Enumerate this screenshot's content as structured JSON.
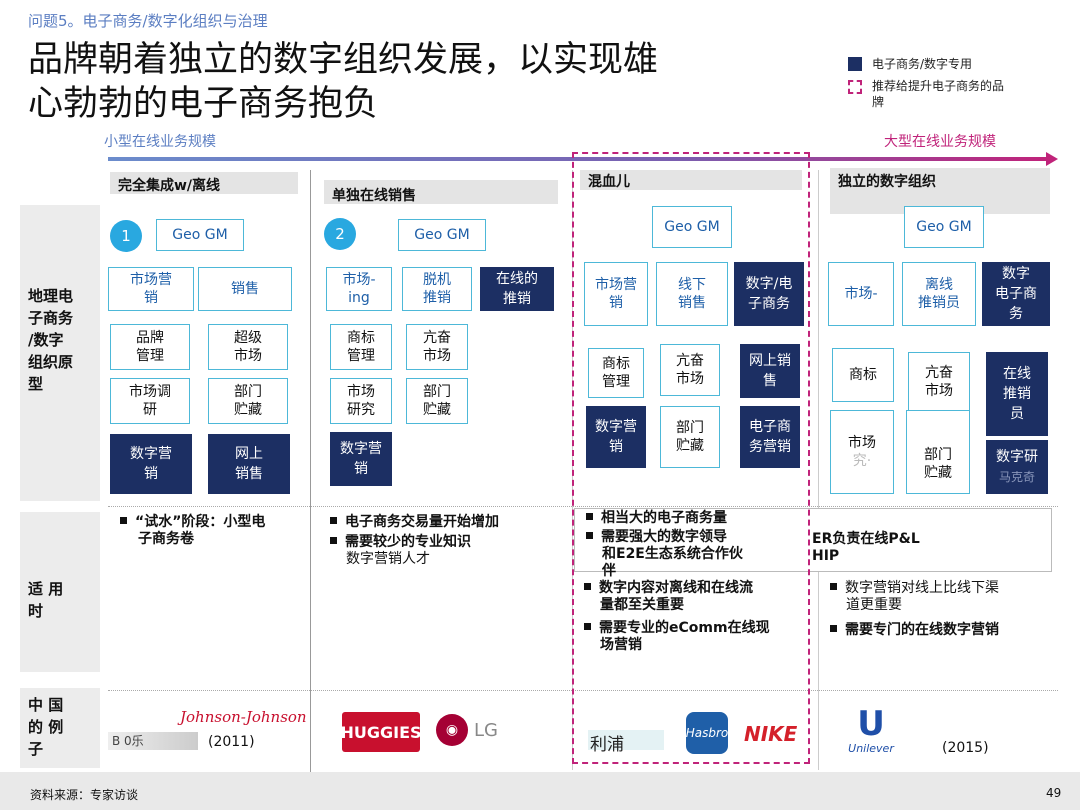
{
  "header": {
    "question": "问题5。电子商务/数字化组织与治理",
    "title_line1": "品牌朝着独立的数字组织发展，以实现雄",
    "title_line2": "心勃勃的电子商务抱负"
  },
  "legend": {
    "solid_label": "电子商务/数字专用",
    "dashed_label_line1": "推荐给提升电子商务的品",
    "dashed_label_line2": "牌",
    "solid_color": "#1c2f63",
    "dashed_color": "#c0237a"
  },
  "scale": {
    "left_label": "小型在线业务规模",
    "right_label": "大型在线业务规模"
  },
  "columns": {
    "c1": "完全集成w/离线",
    "c2": "单独在线销售",
    "c3": "混血儿",
    "c4": "独立的数字组织"
  },
  "rows": {
    "r1_l1": "地理电",
    "r1_l2": "子商务",
    "r1_l3": "/数字",
    "r1_l4": "组织原",
    "r1_l5": "型",
    "r2_l1": "适 用",
    "r2_l2": "时",
    "r3_l1": "中 国",
    "r3_l2": "的 例",
    "r3_l3": "子"
  },
  "org": {
    "geo": "Geo GM",
    "n1": "1",
    "n2": "2",
    "c1_mkt_l1": "市场营",
    "c1_mkt_l2": "销",
    "c1_sales": "销售",
    "c1_brand_l1": "品牌",
    "c1_brand_l2": "管理",
    "c1_super_l1": "超级",
    "c1_super_l2": "市场",
    "c1_research_l1": "市场调",
    "c1_research_l2": "研",
    "c1_dept_l1": "部门",
    "c1_dept_l2": "贮藏",
    "c1_digital_l1": "数字营",
    "c1_digital_l2": "销",
    "c1_online_l1": "网上",
    "c1_online_l2": "销售",
    "c2_mkt_l1": "市场-",
    "c2_mkt_l2": "ing",
    "c2_offline_l1": "脱机",
    "c2_offline_l2": "推销",
    "c2_online_l1": "在线的",
    "c2_online_l2": "推销",
    "c2_brand_l1": "商标",
    "c2_brand_l2": "管理",
    "c2_kang_l1": "亢奋",
    "c2_kang_l2": "市场",
    "c2_research_l1": "市场",
    "c2_research_l2": "研究",
    "c2_dept_l1": "部门",
    "c2_dept_l2": "贮藏",
    "c2_digital_l1": "数字营",
    "c2_digital_l2": "销",
    "c3_mkt_l1": "市场营",
    "c3_mkt_l2": "销",
    "c3_offline_l1": "线下",
    "c3_offline_l2": "销售",
    "c3_digital_l1": "数字/电",
    "c3_digital_l2": "子商务",
    "c3_brand_l1": "商标",
    "c3_brand_l2": "管理",
    "c3_kang_l1": "亢奋",
    "c3_kang_l2": "市场",
    "c3_online_l1": "网上销",
    "c3_online_l2": "售",
    "c3_dm_l1": "数字营",
    "c3_dm_l2": "销",
    "c3_dept_l1": "部门",
    "c3_dept_l2": "贮藏",
    "c3_ec_l1": "电子商",
    "c3_ec_l2": "务营销",
    "c4_mkt": "市场-",
    "c4_offline_l1": "离线",
    "c4_offline_l2": "推销员",
    "c4_digital_l1": "数字",
    "c4_digital_l2": "电子商",
    "c4_digital_l3": "务",
    "c4_brand": "商标",
    "c4_kang_l1": "亢奋",
    "c4_kang_l2": "市场",
    "c4_online_l1": "在线",
    "c4_online_l2": "推销",
    "c4_online_l3": "员",
    "c4_research": "市场",
    "c4_research_faded": "究·",
    "c4_dept_l1": "部门",
    "c4_dept_l2": "贮藏",
    "c4_dr_l1": "数字研",
    "c4_dr_l2": "马克奇"
  },
  "applicable": {
    "c1_b1_l1": "“试水”阶段：小型电",
    "c1_b1_l2": "子商务卷",
    "c2_b1": "电子商务交易量开始增加",
    "c2_b2": "需要较少的专业知识",
    "c2_b2_l2": "数字营销人才",
    "c3_b1": "相当大的电子商务量",
    "c3_b2_l1": "需要强大的数字领导",
    "c3_b2_l2": "和E2E生态系统合作伙",
    "c3_b2_l3": "伴",
    "c3_b3_l1": "数字内容对离线和在线流",
    "c3_b3_l2": "量都至关重要",
    "c3_b4_l1": "需要专业的eComm在线现",
    "c3_b4_l2": "场营销",
    "c4_b1_l1": "ER负责在线P&L",
    "c4_b1_l2": "HIP",
    "c4_b2_l1": "数字营销对线上比线下渠",
    "c4_b2_l2": "道更重要",
    "c4_b3": "需要专门的在线数字营销"
  },
  "examples": {
    "jj": "Johnson-Johnson",
    "c1_text": "B 0乐",
    "c1_year": "(2011)",
    "huggies": "HUGGIES",
    "lg": "LG",
    "c3_text": "利浦",
    "hasbro": "Hasbro",
    "nike": "NIKE",
    "unilever": "Unilever",
    "c4_year": "(2015)"
  },
  "footer": {
    "source": "资料来源：专家访谈",
    "page": "49"
  }
}
